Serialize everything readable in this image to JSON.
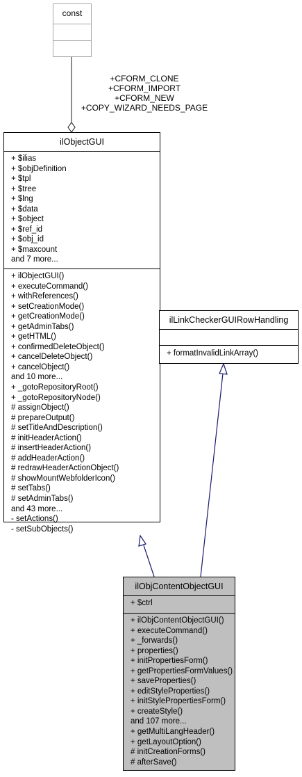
{
  "const": {
    "title": "const"
  },
  "edge_label": [
    "+CFORM_CLONE",
    "+CFORM_IMPORT",
    "+CFORM_NEW",
    "+COPY_WIZARD_NEEDS_PAGE"
  ],
  "ilObjectGUI": {
    "title": "ilObjectGUI",
    "attributes": [
      "+ $ilias",
      "+ $objDefinition",
      "+ $tpl",
      "+ $tree",
      "+ $lng",
      "+ $data",
      "+ $object",
      "+ $ref_id",
      "+ $obj_id",
      "+ $maxcount",
      "and 7 more..."
    ],
    "methods": [
      "+ ilObjectGUI()",
      "+ executeCommand()",
      "+ withReferences()",
      "+ setCreationMode()",
      "+ getCreationMode()",
      "+ getAdminTabs()",
      "+ getHTML()",
      "+ confirmedDeleteObject()",
      "+ cancelDeleteObject()",
      "+ cancelObject()",
      "and 10 more...",
      "+ _gotoRepositoryRoot()",
      "+ _gotoRepositoryNode()",
      "# assignObject()",
      "# prepareOutput()",
      "# setTitleAndDescription()",
      "# initHeaderAction()",
      "# insertHeaderAction()",
      "# addHeaderAction()",
      "# redrawHeaderActionObject()",
      "# showMountWebfolderIcon()",
      "# setTabs()",
      "# setAdminTabs()",
      "and 43 more...",
      "- setActions()",
      "- setSubObjects()"
    ]
  },
  "ilLinkChecker": {
    "title": "ilLinkCheckerGUIRowHandling",
    "methods": [
      "+ formatInvalidLinkArray()"
    ]
  },
  "ilObjContentObjectGUI": {
    "title": "ilObjContentObjectGUI",
    "attributes": [
      "+ $ctrl"
    ],
    "methods": [
      "+ ilObjContentObjectGUI()",
      "+ executeCommand()",
      "+ _forwards()",
      "+ properties()",
      "+ initPropertiesForm()",
      "+ getPropertiesFormValues()",
      "+ saveProperties()",
      "+ editStyleProperties()",
      "+ initStylePropertiesForm()",
      "+ createStyle()",
      "and 107 more...",
      "+ getMultiLangHeader()",
      "+ getLayoutOption()",
      "# initCreationForms()",
      "# afterSave()"
    ]
  }
}
